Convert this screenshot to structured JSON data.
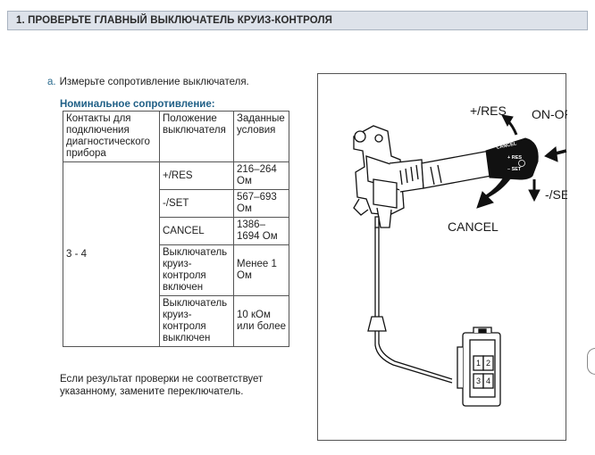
{
  "header": {
    "title": "1. ПРОВЕРЬТЕ ГЛАВНЫЙ ВЫКЛЮЧАТЕЛЬ КРУИЗ-КОНТРОЛЯ"
  },
  "step": {
    "marker": "a.",
    "text": "Измерьте сопротивление выключателя."
  },
  "nominal_label": "Номинальное сопротивление:",
  "table": {
    "headers": [
      "Контакты для подключения диагностического прибора",
      "Положение выключателя",
      "Заданные условия"
    ],
    "contacts": "3 - 4",
    "rows": [
      {
        "position": "+/RES",
        "condition": "216–264 Ом"
      },
      {
        "position": "-/SET",
        "condition": "567–693 Ом"
      },
      {
        "position": "CANCEL",
        "condition": "1386–1694 Ом"
      },
      {
        "position": "Выключатель круиз-контроля включен",
        "condition": "Менее 1 Ом"
      },
      {
        "position": "Выключатель круиз-контроля выключен",
        "condition": "10 кОм или более"
      }
    ]
  },
  "footer": "Если результат проверки не соответствует указанному, замените переключатель.",
  "figure": {
    "labels": {
      "res": "+/RES",
      "onoff": "ON-OFF",
      "set": "-/SET",
      "cancel": "CANCEL"
    },
    "lever_text": {
      "cancel": "CANCEL",
      "res": "+ RES",
      "set": "– SET"
    },
    "pins": [
      "1",
      "2",
      "3",
      "4"
    ]
  }
}
